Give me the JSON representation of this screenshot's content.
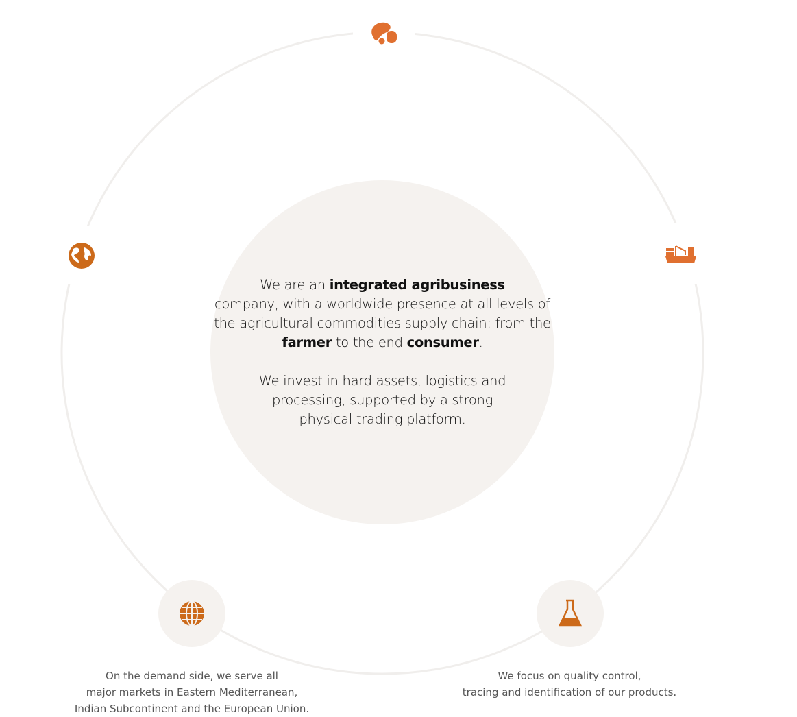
{
  "accent": "#e07030",
  "intro": {
    "p1": [
      "We are an ",
      "integrated agribusiness",
      " company, with a worldwide presence at all levels of the agricultural commodities supply chain: from the ",
      "farmer",
      " to the end ",
      "consumer",
      "."
    ],
    "p2": "We invest in hard assets, logistics and processing, supported by a strong physical trading platform."
  },
  "icons": [
    "seeds-icon",
    "ship-icon",
    "earth-icon",
    "globe-icon",
    "flask-icon"
  ],
  "captions": {
    "demand": [
      "On the demand side, we serve all",
      "major markets in Eastern Mediterranean,",
      "Indian Subcontinent and the European Union."
    ],
    "quality": [
      "We focus on quality control,",
      "tracing and identification of our products."
    ]
  }
}
